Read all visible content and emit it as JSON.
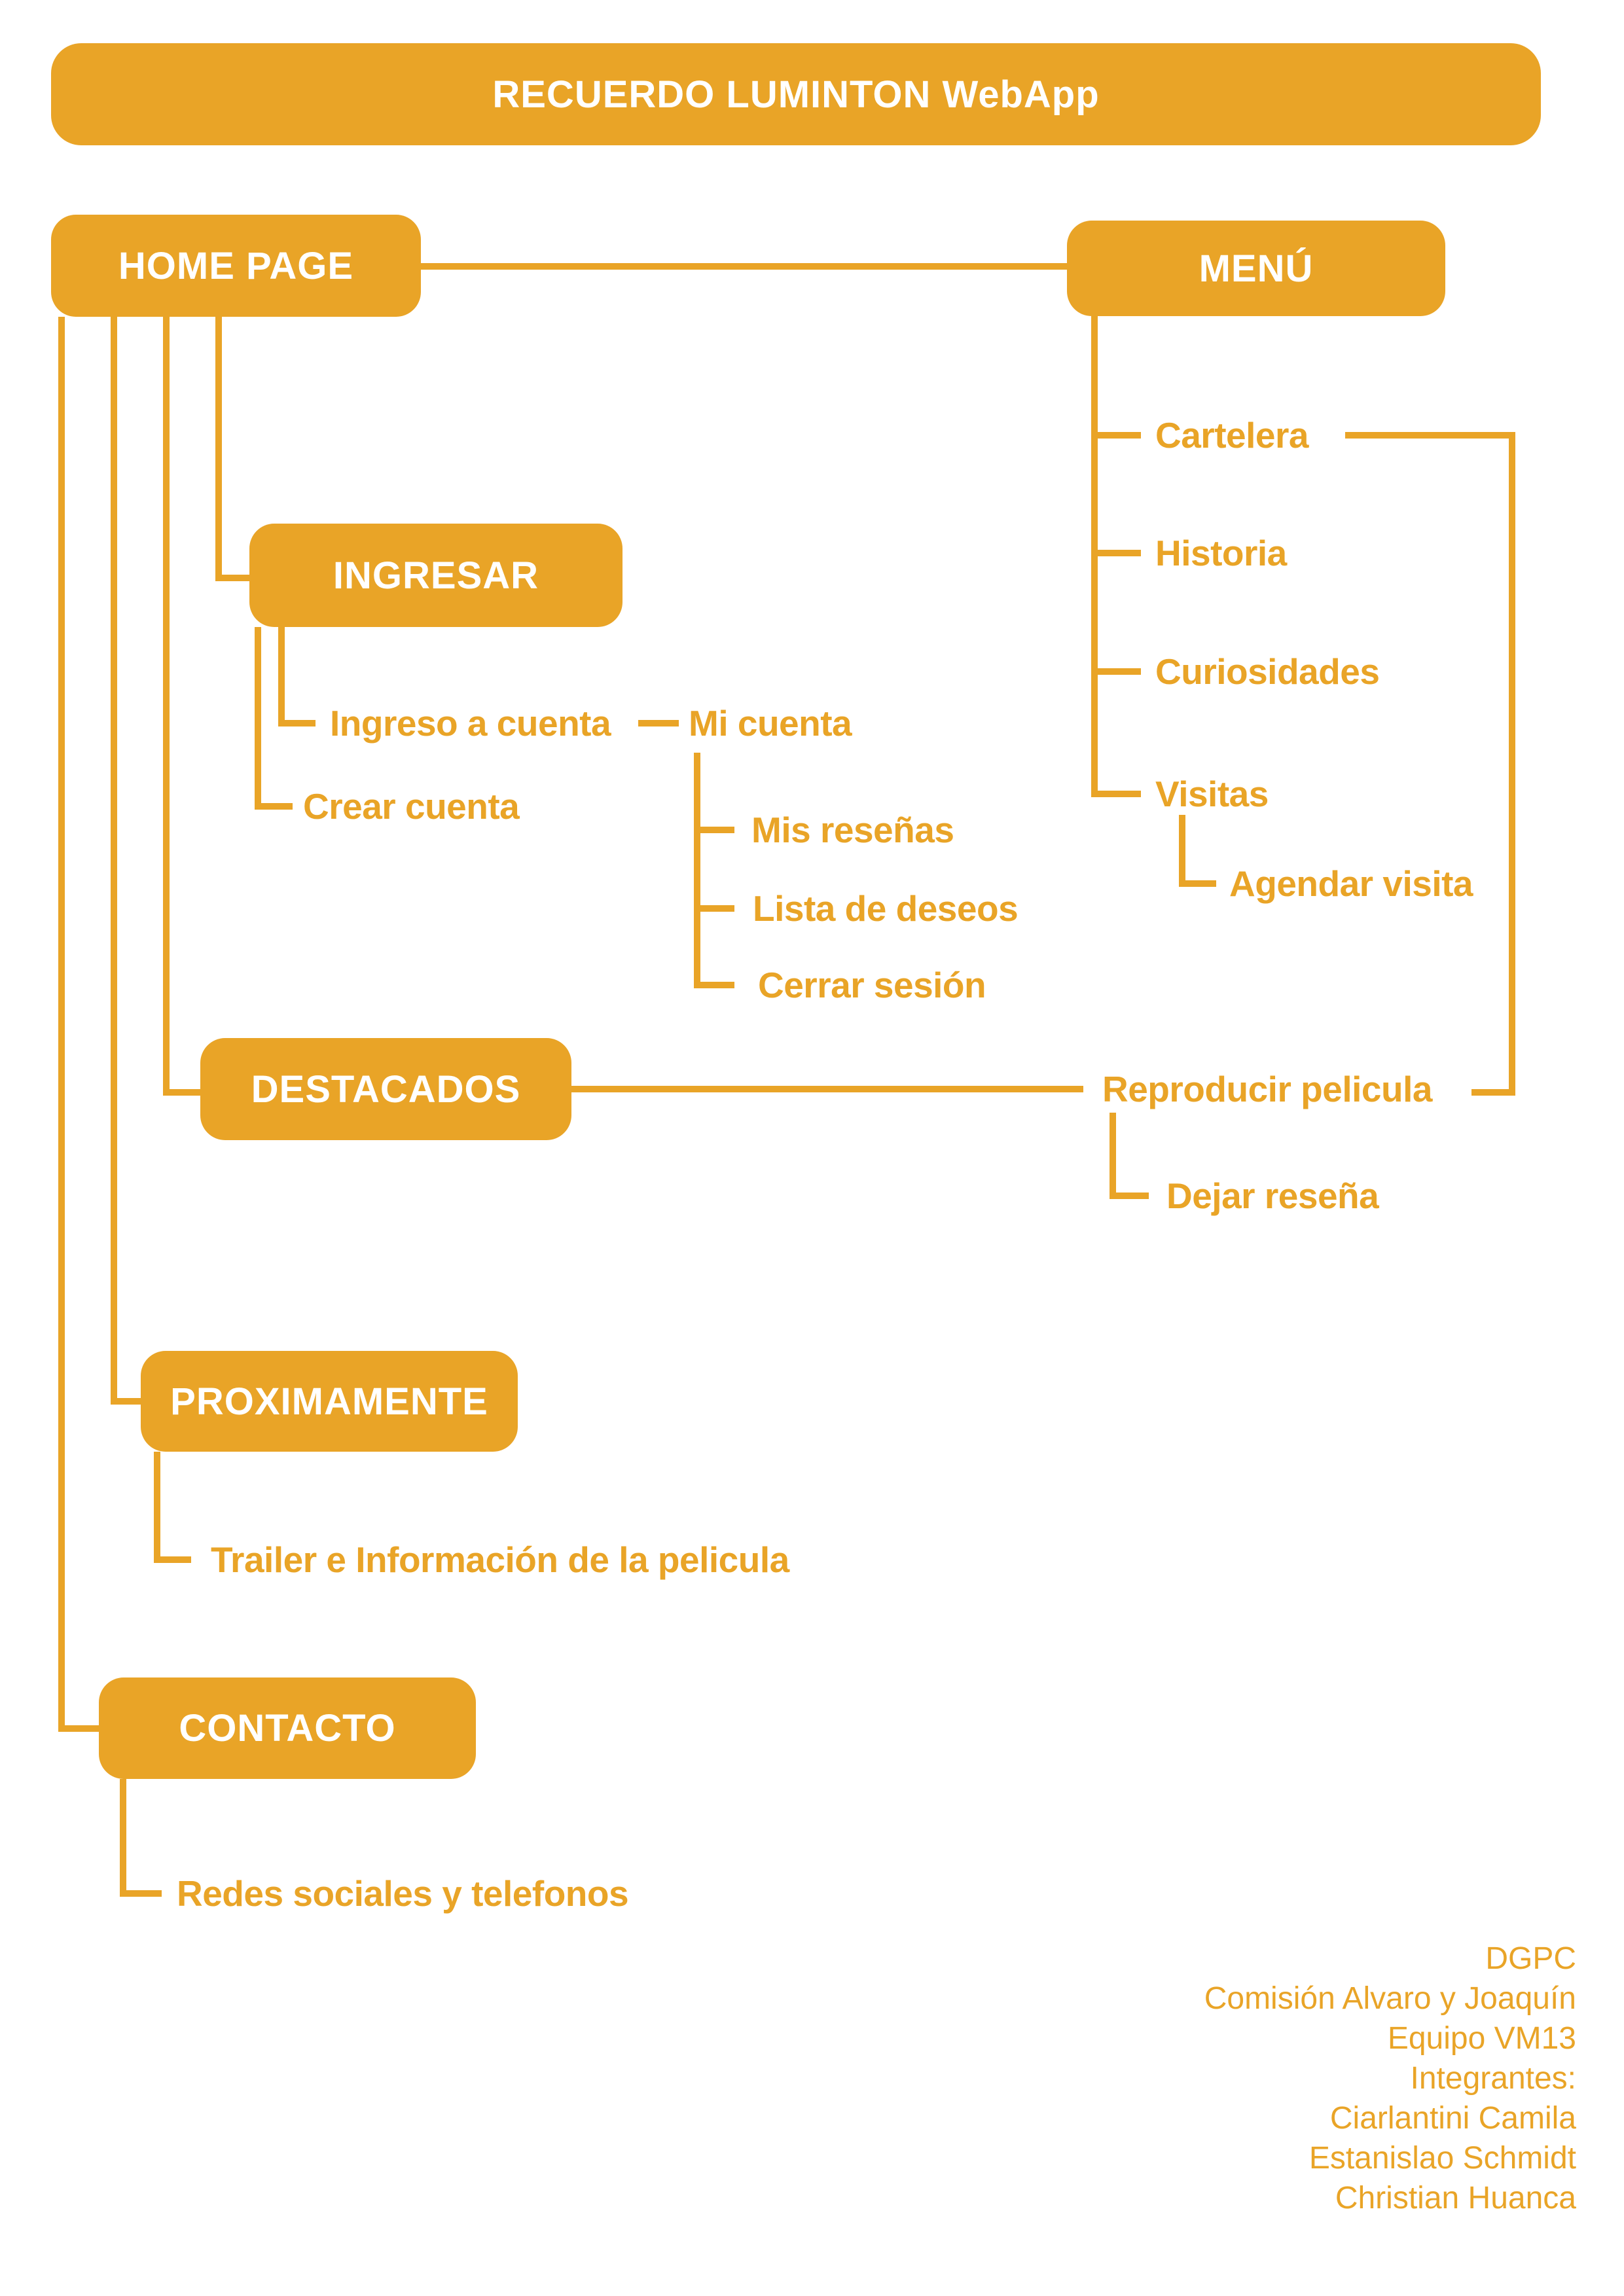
{
  "colors": {
    "accent": "#E9A427",
    "box_text": "#FFFFFF",
    "background": "#FFFFFF"
  },
  "banner": {
    "title": "RECUERDO LUMINTON WebApp"
  },
  "nodes": {
    "home_page": {
      "label": "HOME PAGE"
    },
    "menu": {
      "label": "MENÚ"
    },
    "ingresar": {
      "label": "INGRESAR"
    },
    "destacados": {
      "label": "DESTACADOS"
    },
    "proximamente": {
      "label": "PROXIMAMENTE"
    },
    "contacto": {
      "label": "CONTACTO"
    }
  },
  "labels": {
    "cartelera": "Cartelera",
    "historia": "Historia",
    "curiosidades": "Curiosidades",
    "visitas": "Visitas",
    "agendar_visita": "Agendar visita",
    "ingreso_a_cuenta": "Ingreso a cuenta",
    "mi_cuenta": "Mi cuenta",
    "crear_cuenta": "Crear cuenta",
    "mis_resenas": "Mis reseñas",
    "lista_de_deseos": "Lista de deseos",
    "cerrar_sesion": "Cerrar sesión",
    "reproducir_pelicula": "Reproducir pelicula",
    "dejar_resena": "Dejar reseña",
    "trailer_info": "Trailer e Información de la pelicula",
    "redes_sociales": "Redes sociales y telefonos"
  },
  "credits": {
    "lines": [
      "DGPC",
      "Comisión Alvaro y Joaquín",
      "Equipo VM13",
      "Integrantes:",
      "Ciarlantini Camila",
      "Estanislao Schmidt",
      "Christian Huanca"
    ]
  }
}
